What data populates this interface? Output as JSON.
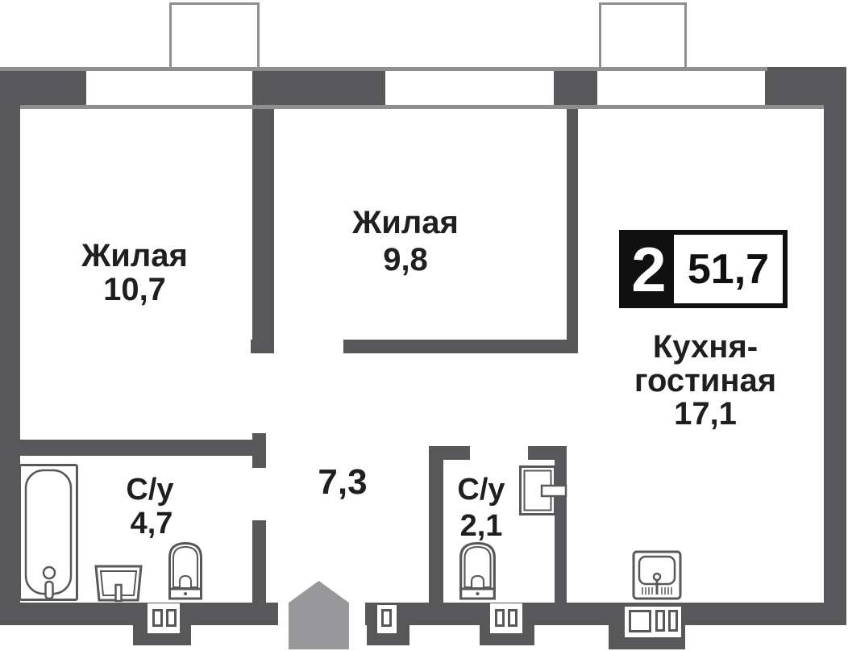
{
  "type": "apartment-floor-plan",
  "badge": {
    "room_count": "2",
    "total_area": "51,7"
  },
  "rooms": [
    {
      "key": "living-1",
      "label": "Жилая",
      "area": "10,7"
    },
    {
      "key": "living-2",
      "label": "Жилая",
      "area": "9,8"
    },
    {
      "key": "kitchen-living",
      "label_line1": "Кухня-",
      "label_line2": "гостиная",
      "area": "17,1"
    },
    {
      "key": "bathroom-1",
      "label": "С/у",
      "area": "4,7"
    },
    {
      "key": "bathroom-2",
      "label": "С/у",
      "area": "2,1"
    },
    {
      "key": "hallway",
      "area": "7,3"
    }
  ],
  "icons": {
    "entry_door": "pentagon-up-entry-icon",
    "fixtures": [
      "bathtub-icon",
      "washbasin-icon",
      "toilet-icon",
      "toilet-icon",
      "wall-basin-icon",
      "kitchen-sink-icon"
    ],
    "vents": [
      "vent-shaft-icon",
      "vent-shaft-icon",
      "vent-shaft-icon",
      "vent-shaft-icon"
    ],
    "balconies": [
      "balcony-outline-icon",
      "balcony-outline-icon"
    ]
  },
  "colors": {
    "wall": "#58585b",
    "outline": "#8f8f91",
    "entry": "#98989b",
    "text": "#1f1f1f",
    "badge": "#101010"
  }
}
